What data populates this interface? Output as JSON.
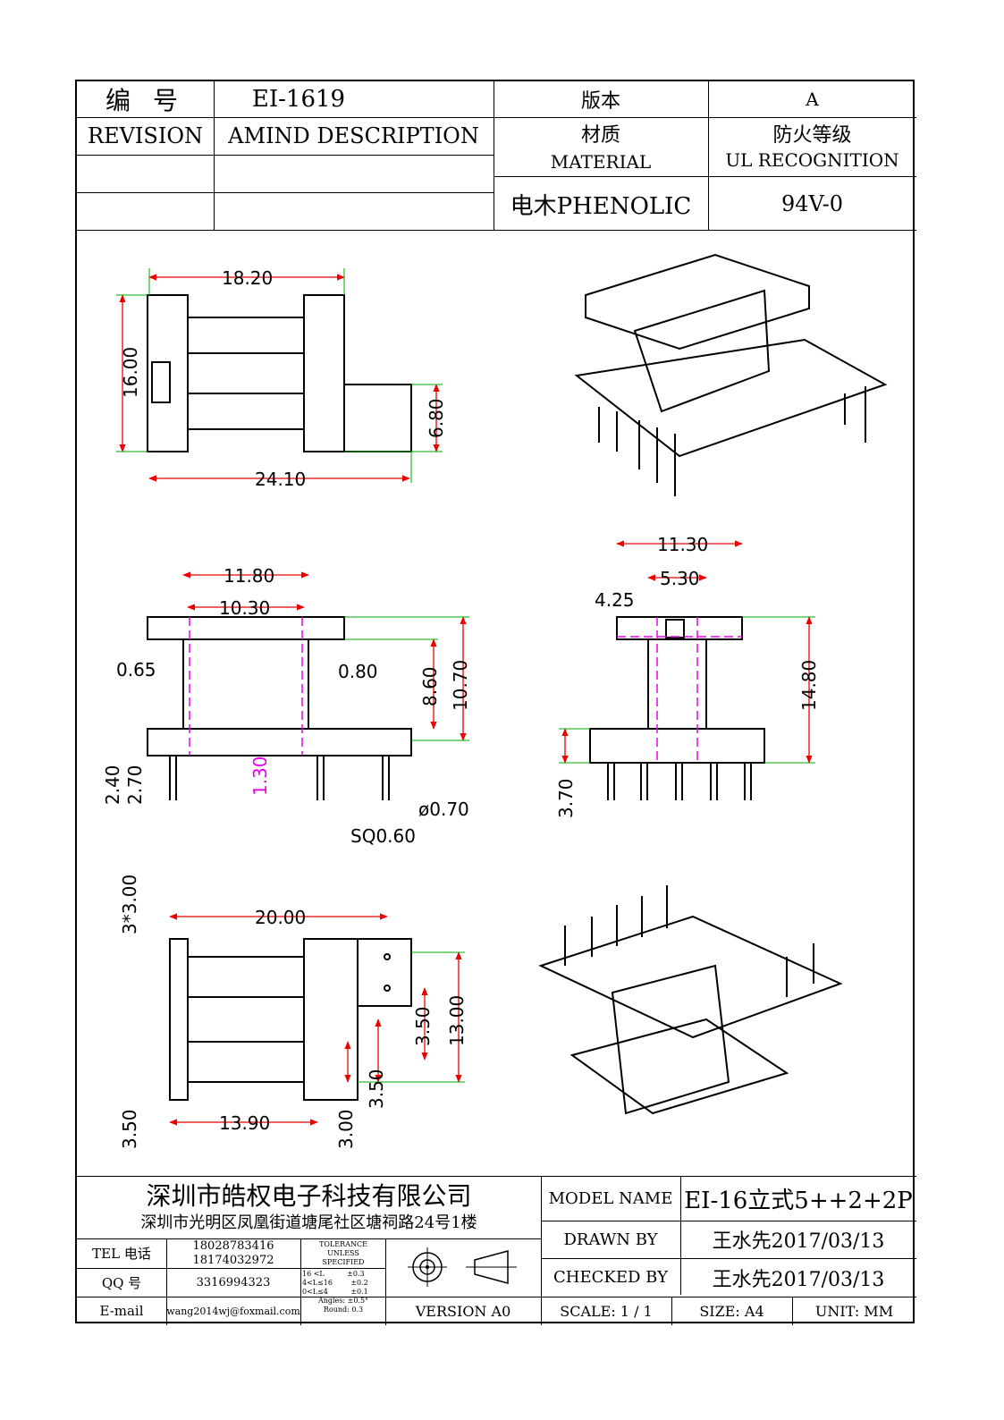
{
  "header": {
    "number_label": "编  号",
    "number_value": "EI-1619",
    "revision_label": "REVISION",
    "amind_label": "AMIND DESCRIPTION",
    "version_cn": "版本",
    "version_value": "A",
    "material_cn": "材质",
    "material_en": "MATERIAL",
    "fire_cn": "防火等级",
    "fire_en": "UL RECOGNITION",
    "material_value": "电木PHENOLIC",
    "fire_value": "94V-0"
  },
  "dims": {
    "A": "18.20",
    "B": "16.00",
    "C": "24.10",
    "D": "6.80",
    "E": "11.80",
    "F": "10.30",
    "G": "8.60",
    "H": "10.70",
    "I": "2.40",
    "J": "2.70",
    "K": "1.30",
    "L": "SQ0.60",
    "M": "ø0.70",
    "d065": "0.65",
    "d080": "0.80",
    "N": "11.30",
    "O": "5.30",
    "P": "4.25",
    "Q": "14.80",
    "R": "3.70",
    "S": "3*3.00",
    "T": "20.00",
    "U": "13.00",
    "V": "3.50",
    "W": "3.50",
    "X": "13.90",
    "Y": "3.50",
    "Z": "3.00"
  },
  "footer": {
    "company": "深圳市皓权电子科技有限公司",
    "address": "深圳市光明区凤凰街道塘尾社区塘祠路24号1楼",
    "tel_label": "TEL 电话",
    "tel1": "18028783416",
    "tel2": "18174032972",
    "qq_label": "QQ  号",
    "qq": "3316994323",
    "email_label": "E-mail",
    "email": "wang2014wj@foxmail.com",
    "tol_title1": "TOLERANCE",
    "tol_title2": "UNLESS",
    "tol_title3": "SPECIFIED",
    "tol_r1": "16 <L          ±0.3",
    "tol_r2": "4<L≤16        ±0.2",
    "tol_r3": "0<L≤4          ±0.1",
    "tol_r4": "Angles: ±0.5°",
    "tol_r5": "Round: 0.3",
    "version": "VERSION A0",
    "model_label": "MODEL NAME",
    "model_value": "EI-16立式5++2+2P",
    "drawn_label": "DRAWN BY",
    "drawn_value": "王水先2017/03/13",
    "checked_label": "CHECKED BY",
    "checked_value": "王水先2017/03/13",
    "scale": "SCALE: 1 / 1",
    "size": "SIZE: A4",
    "unit": "UNIT: MM"
  }
}
